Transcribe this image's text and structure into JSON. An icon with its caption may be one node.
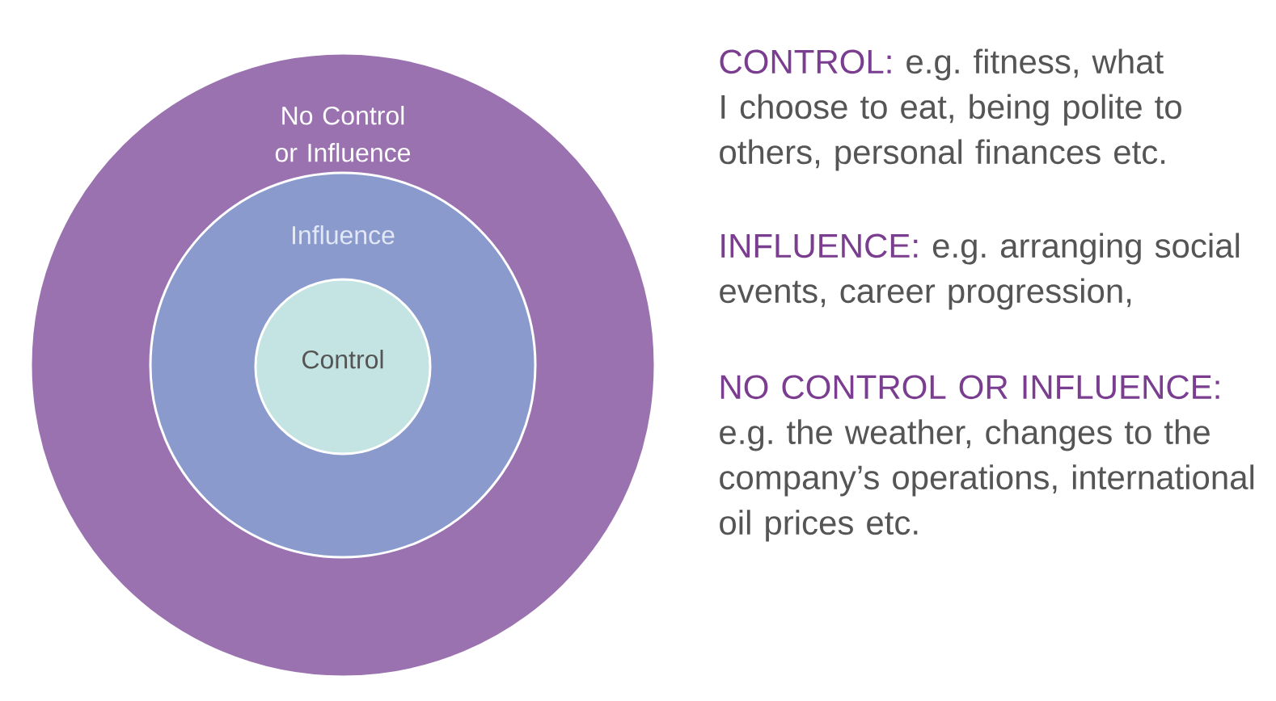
{
  "diagram": {
    "nodes": [
      {
        "text": [
          "No Control or Influence"
        ]
      },
      {
        "text": [
          "Influence"
        ],
        "in": 0
      },
      {
        "text": [
          "Control"
        ],
        "in": 1
      }
    ],
    "labels": [
      "CONTROL:",
      "e.g. fitness, what I choose to eat, being polite to others, personal finances etc.",
      "INFLUENCE:",
      "e.g. arranging social events, career progression,",
      "NO CONTROL OR INFLUENCE:",
      "e.g. the weather, changes to the company’s operations, international oil prices etc."
    ]
  }
}
